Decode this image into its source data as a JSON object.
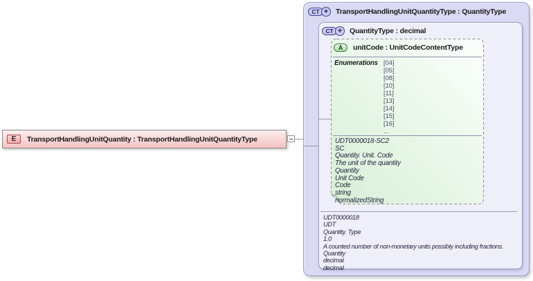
{
  "colors": {
    "element-fill-top": "#fdeeee",
    "element-fill-bottom": "#f5c2c2",
    "element-border": "#8a8a8a",
    "element-icon-fill": "#f2a8a8",
    "element-icon-border": "#a34d4d",
    "type-box-fill": "#dadaf5",
    "type-box-border": "#9a9ac6",
    "inner-box-fill": "#efeff9",
    "ct-icon-fill": "#ccccf0",
    "ct-icon-border": "#3f3f8f",
    "attr-icon-fill": "#aadfaa",
    "attr-icon-border": "#3d7a3d",
    "connector": "#999999",
    "text-dark": "#1a1a1a",
    "annotation-text": "#1f1f3a",
    "enum-text": "#4a4a6a"
  },
  "element": {
    "icon": "E",
    "label": "TransportHandlingUnitQuantity : TransportHandlingUnitQuantityType"
  },
  "complex_type": {
    "icon": "CT",
    "plus": "+",
    "title": "TransportHandlingUnitQuantityType : QuantityType",
    "simple_content": {
      "icon": "CT",
      "plus": "+",
      "title": "QuantityType : decimal",
      "annotation": [
        "UDT0000018",
        "UDT",
        "Quantity. Type",
        "1.0",
        "A counted number of non-monetary units possibly including fractions.",
        "Quantity",
        "decimal",
        "decimal"
      ],
      "attribute": {
        "icon": "A",
        "title": "unitCode : UnitCodeContentType",
        "enumerations_label": "Enumerations",
        "enumerations": [
          "[04]",
          "[05]",
          "[08]",
          "[10]",
          "[11]",
          "[13]",
          "[14]",
          "[15]",
          "[16]",
          "..."
        ],
        "annotation": [
          "UDT0000018-SC2",
          "SC",
          "Quantity. Unit. Code",
          "The unit of the quantity",
          "Quantity",
          "Unit Code",
          "Code",
          "string",
          "normalizedString"
        ]
      }
    }
  }
}
